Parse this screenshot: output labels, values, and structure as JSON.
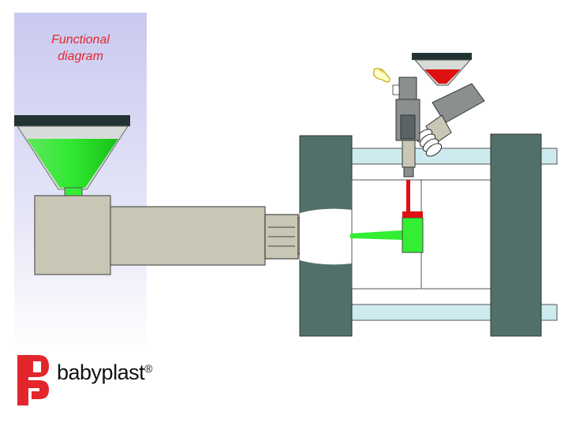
{
  "title": {
    "line1": "Functional",
    "line2": "diagram"
  },
  "brand": {
    "name": "babyplast",
    "mark": "®"
  },
  "colors": {
    "panel_gradient_top": "#c9c9f0",
    "panel_gradient_bottom": "#ffffff",
    "title_text": "#e3262b",
    "logo_red": "#e3262b",
    "mold_platen": "#52706a",
    "tie_bar": "#cdebee",
    "barrel": "#c8c6b4",
    "material_green": "#33ee33",
    "material_red": "#dd1111",
    "hopper_rim": "#223333"
  },
  "icons": [
    "babyplast-logo-icon",
    "hand-pointer-icon"
  ]
}
